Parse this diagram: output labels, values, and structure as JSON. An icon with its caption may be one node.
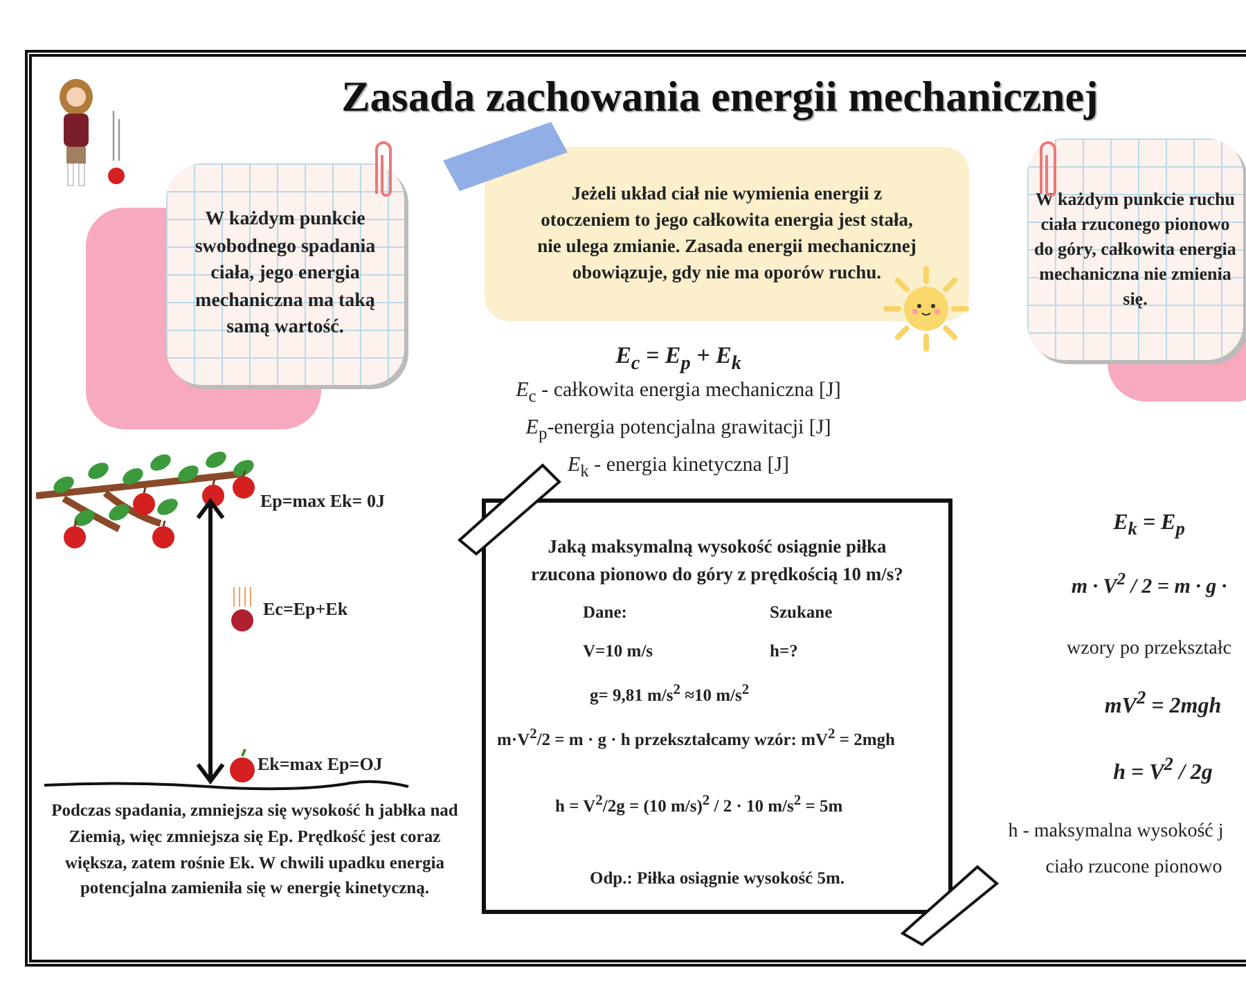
{
  "diagram": {
    "title": "Zasada zachowania energii mechanicznej",
    "nodes": [
      {
        "text": [
          "W każdym punkcie swobodnego spadania ciała, jego energia mechaniczna ma taką samą wartość."
        ]
      },
      {
        "text": [
          "Jeżeli układ ciał nie wymienia energii z otoczeniem to jego całkowita energia jest stała, nie ulega zmianie. Zasada energii mechanicznej obowiązuje, gdy nie ma oporów ruchu."
        ]
      },
      {
        "text": [
          "W każdym punkcie ruchu ciała rzuconego pionowo do góry, całkowita energia mechaniczna nie zmienia się."
        ]
      },
      {
        "text": [
          "Jaką maksymalną wysokość  osiągnie piłka rzucona pionowo do góry z prędkością 10 m/s?",
          "Dane:",
          "Szukane",
          "V=10 m/s",
          "h=?",
          "g= 9,81 m/s$^{2}$ ≈10 m/s$^{2}$",
          "m·V$^{2}$/2 = m · g · h przekształcamy wzór:   mV$^{2}$ = 2mgh",
          "h = V$^{2}$/2g = (10 m/s)$^{2}$ / 2 · 10 m/s$^{2}$ = 5m",
          "Odp.: Piłka osiągnie wysokość 5m."
        ]
      }
    ],
    "labels": [
      "E$_{c}$ = E$_{p}$ + E$_{k}$",
      "*E*$_{c}$ - całkowita energia mechaniczna [J]",
      "*E*$_{p}$-energia potencjalna grawitacji [J]",
      "*E*$_{k}$ - energia kinetyczna [J]",
      "Ep=max  Ek= 0J",
      "Ec=Ep+Ek",
      "Ek=max   Ep=OJ",
      "Podczas spadania, zmniejsza się wysokość h jabłka nad Ziemią, więc zmniejsza się Ep. Prędkość jest coraz większa, zatem rośnie Ek. W chwili upadku energia potencjalna zamieniła się w energię kinetyczną.",
      "E$_{k}$ = E$_{p}$",
      "m · V$^{2}$ / 2 = m · g ·",
      "wzory po przekształc",
      "mV$^{2}$ = 2mgh",
      "h = V$^{2}$ / 2g",
      "h - maksymalna wysokość j",
      "ciało rzucone pionowo"
    ]
  }
}
